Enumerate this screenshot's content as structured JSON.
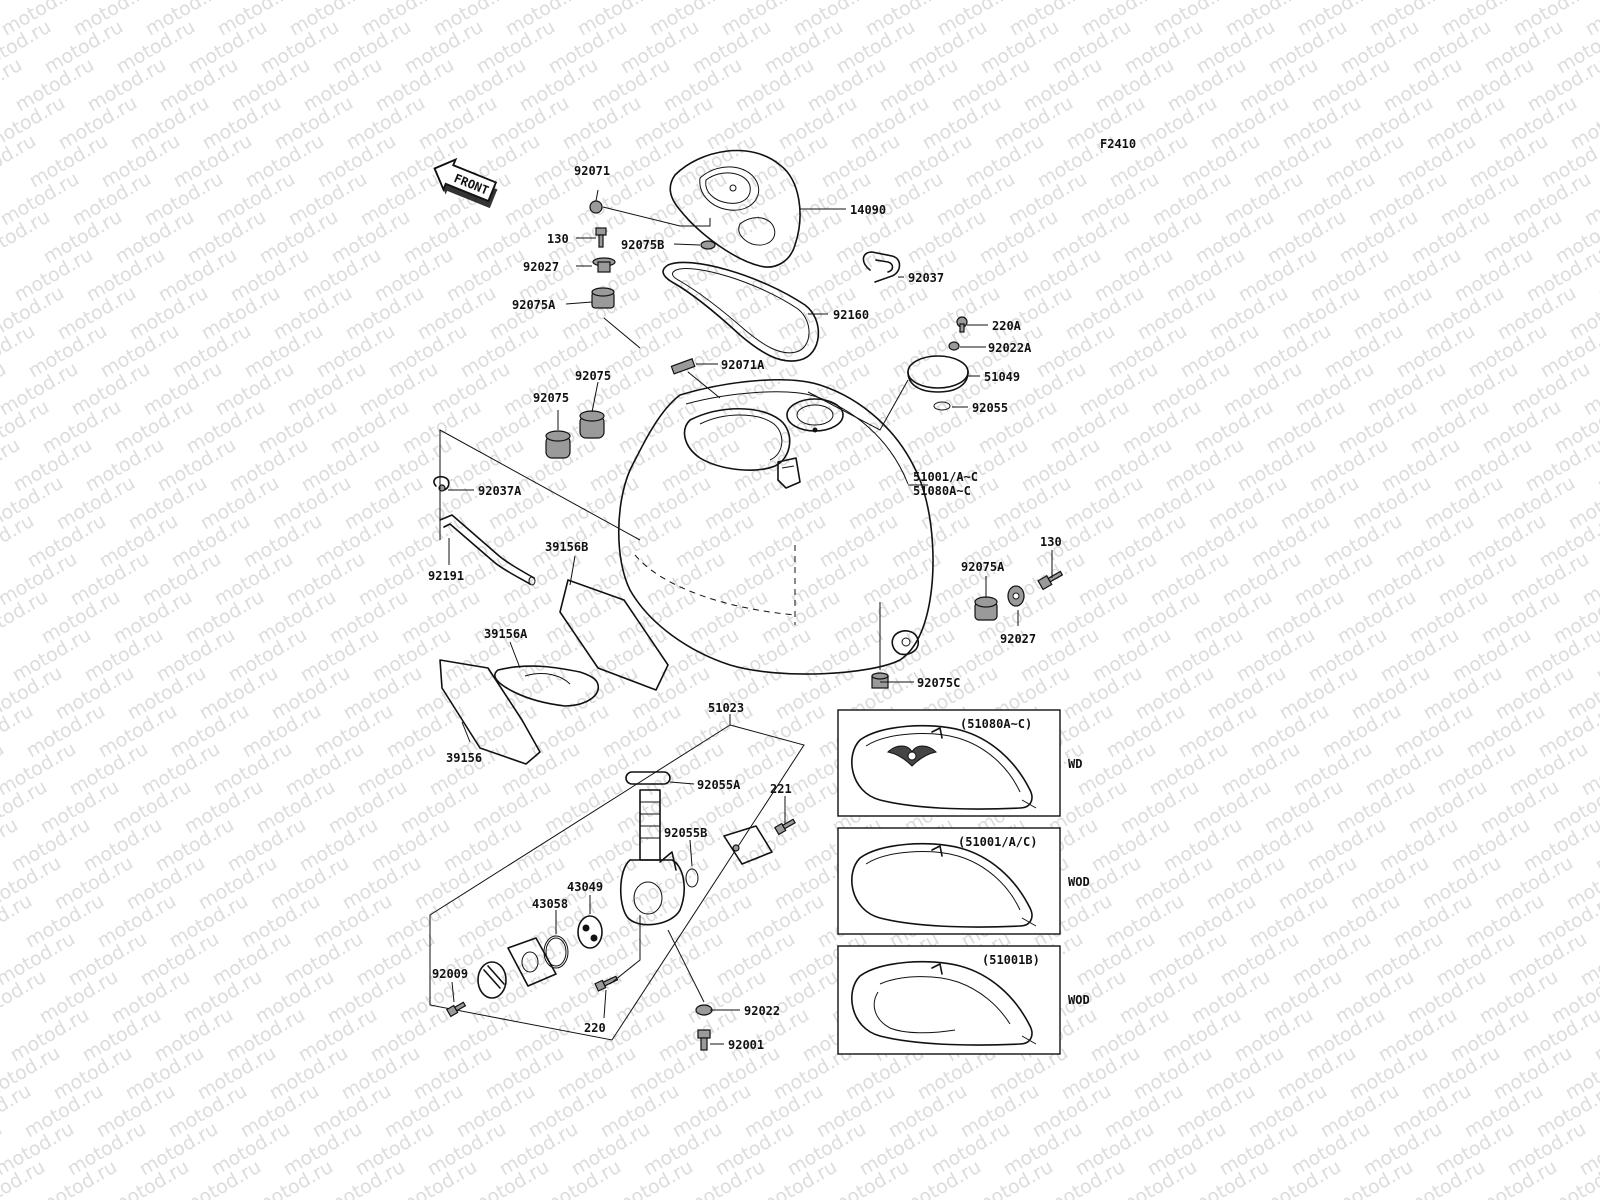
{
  "watermark": "motod.ru",
  "figure_code": "F2410",
  "front_label": "FRONT",
  "callouts": {
    "c92071": "92071",
    "c14090": "14090",
    "c130_top": "130",
    "c92075B": "92075B",
    "c92027_top": "92027",
    "c92037": "92037",
    "c92075A_top": "92075A",
    "c92160": "92160",
    "c220A": "220A",
    "c92022A": "92022A",
    "c92071A": "92071A",
    "c51049": "51049",
    "c92075_a": "92075",
    "c92075_b": "92075",
    "c92055": "92055",
    "c92037A": "92037A",
    "c51001": "51001/A~C",
    "c51080": "51080A~C",
    "c39156B": "39156B",
    "c92191": "92191",
    "c130_right": "130",
    "c92075A_right": "92075A",
    "c92027_right": "92027",
    "c39156A": "39156A",
    "c92075C": "92075C",
    "c39156": "39156",
    "c51023": "51023",
    "c92055A": "92055A",
    "c221": "221",
    "c92055B": "92055B",
    "c43049": "43049",
    "c43058": "43058",
    "c92009": "92009",
    "c220": "220",
    "c92022": "92022",
    "c92001": "92001"
  },
  "variants": [
    {
      "title": "(51080A~C)",
      "code": "WD"
    },
    {
      "title": "(51001/A/C)",
      "code": "WOD"
    },
    {
      "title": "(51001B)",
      "code": "WOD"
    }
  ]
}
